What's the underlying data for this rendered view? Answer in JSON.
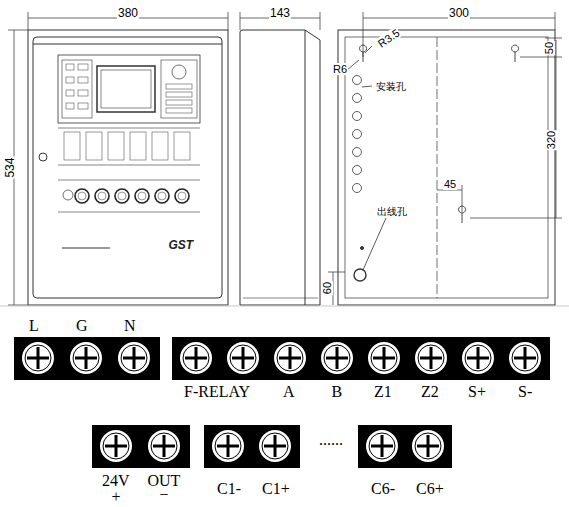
{
  "diagram": {
    "labels": [
      "380",
      "143",
      "300",
      "534",
      "R3.5",
      "R6",
      "安装孔",
      "50",
      "320",
      "45",
      "出线孔",
      "60",
      "L",
      "G",
      "N",
      "F-RELAY",
      "A",
      "B",
      "Z1",
      "Z2",
      "S+",
      "S-",
      "24V",
      "+",
      "OUT",
      "−",
      "C1-",
      "C1+",
      "......",
      "C6-",
      "C6+",
      "GST"
    ]
  }
}
